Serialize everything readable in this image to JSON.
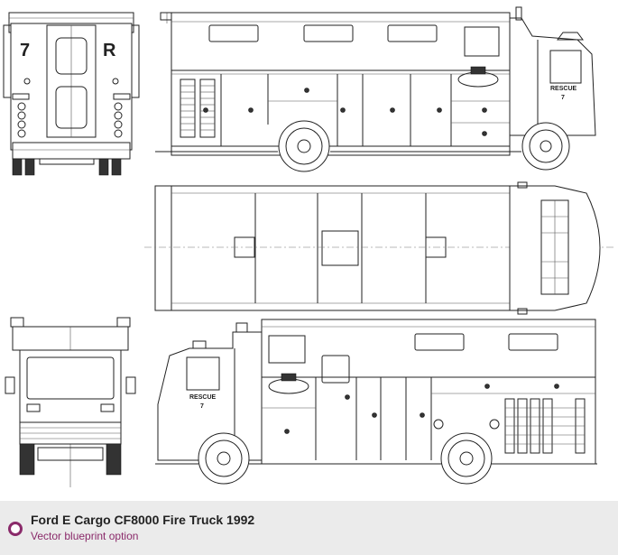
{
  "caption": {
    "title": "Ford E Cargo CF8000 Fire Truck 1992",
    "subtitle": "Vector blueprint option"
  },
  "decals": {
    "rear_left": "7",
    "rear_right": "R",
    "side_text": "RESCUE",
    "side_number": "7"
  },
  "views": [
    "rear-view",
    "right-side-view",
    "top-view",
    "front-view",
    "left-side-view"
  ],
  "colors": {
    "accent": "#8a2a6a",
    "caption_bg": "#ebebeb",
    "line": "#222222"
  }
}
